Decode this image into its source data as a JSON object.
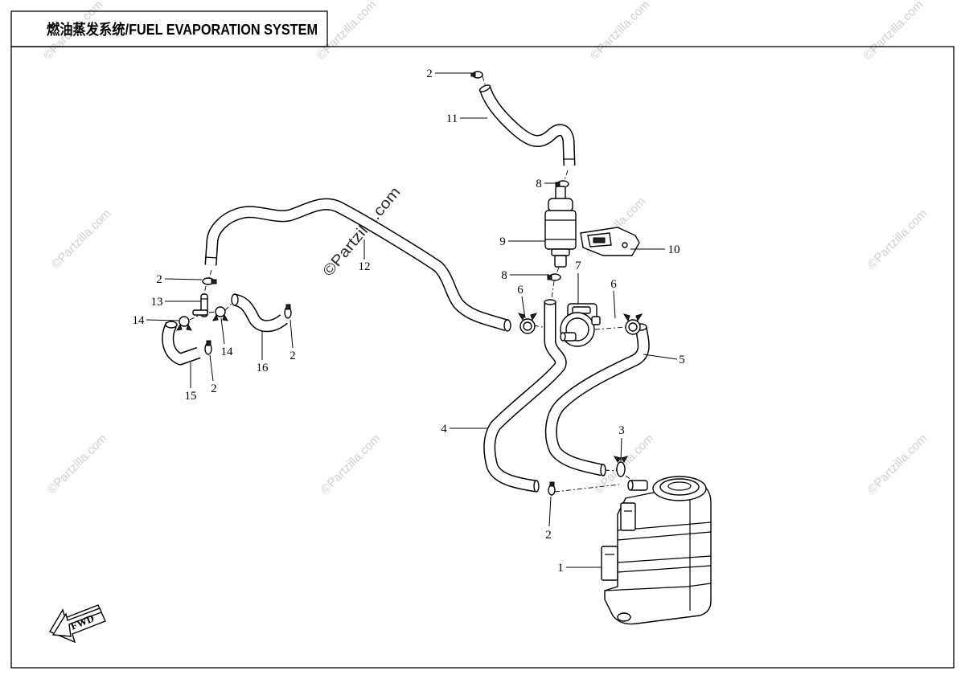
{
  "title": "燃油蒸发系统/FUEL EVAPORATION SYSTEM",
  "callouts": [
    "2",
    "11",
    "8",
    "9",
    "10",
    "12",
    "8",
    "7",
    "6",
    "6",
    "5",
    "2",
    "13",
    "14",
    "14",
    "16",
    "2",
    "15",
    "2",
    "4",
    "3",
    "2",
    "1"
  ],
  "fwd_label": "FWD",
  "watermark": {
    "main": "©Partzilla.com",
    "faint": "©Partzilla.com"
  }
}
